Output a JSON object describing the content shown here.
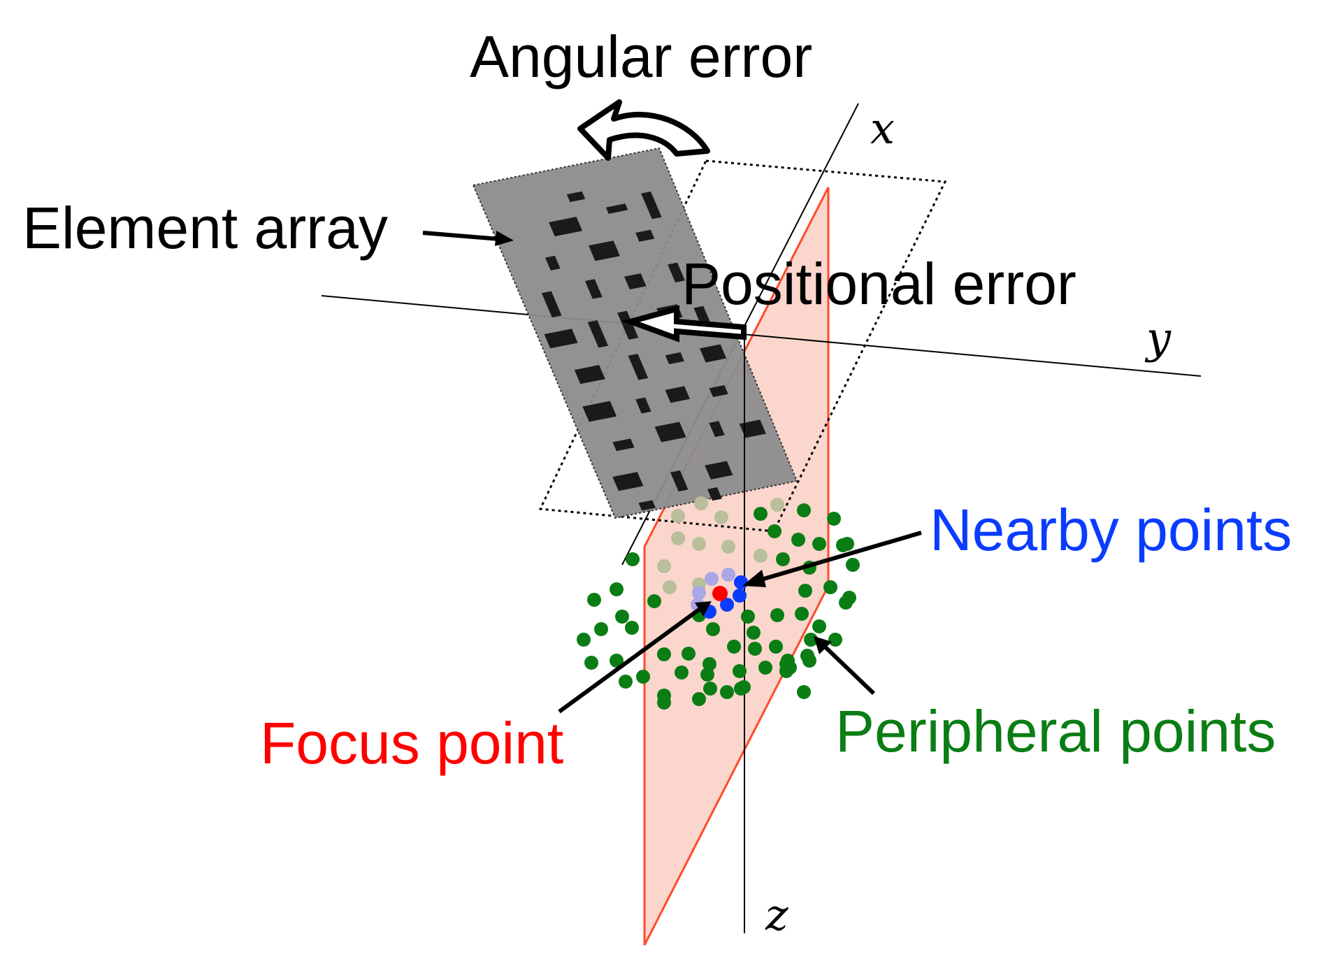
{
  "labels": {
    "angular_error": "Angular error",
    "element_array": "Element array",
    "positional_error": "Positional error",
    "nearby_points": "Nearby points",
    "focus_point": "Focus point",
    "peripheral_points": "Peripheral points"
  },
  "axes": {
    "x": "x",
    "y": "y",
    "z": "z"
  },
  "colors": {
    "text": "#000000",
    "nearby": "#0a3cff",
    "focus": "#ff0000",
    "peripheral": "#0a7d14",
    "plane_fill": "#fbd6cc",
    "plane_edge": "#ff4a2a",
    "array_fill": "#8c8c8c",
    "element": "#1a1a1a"
  }
}
